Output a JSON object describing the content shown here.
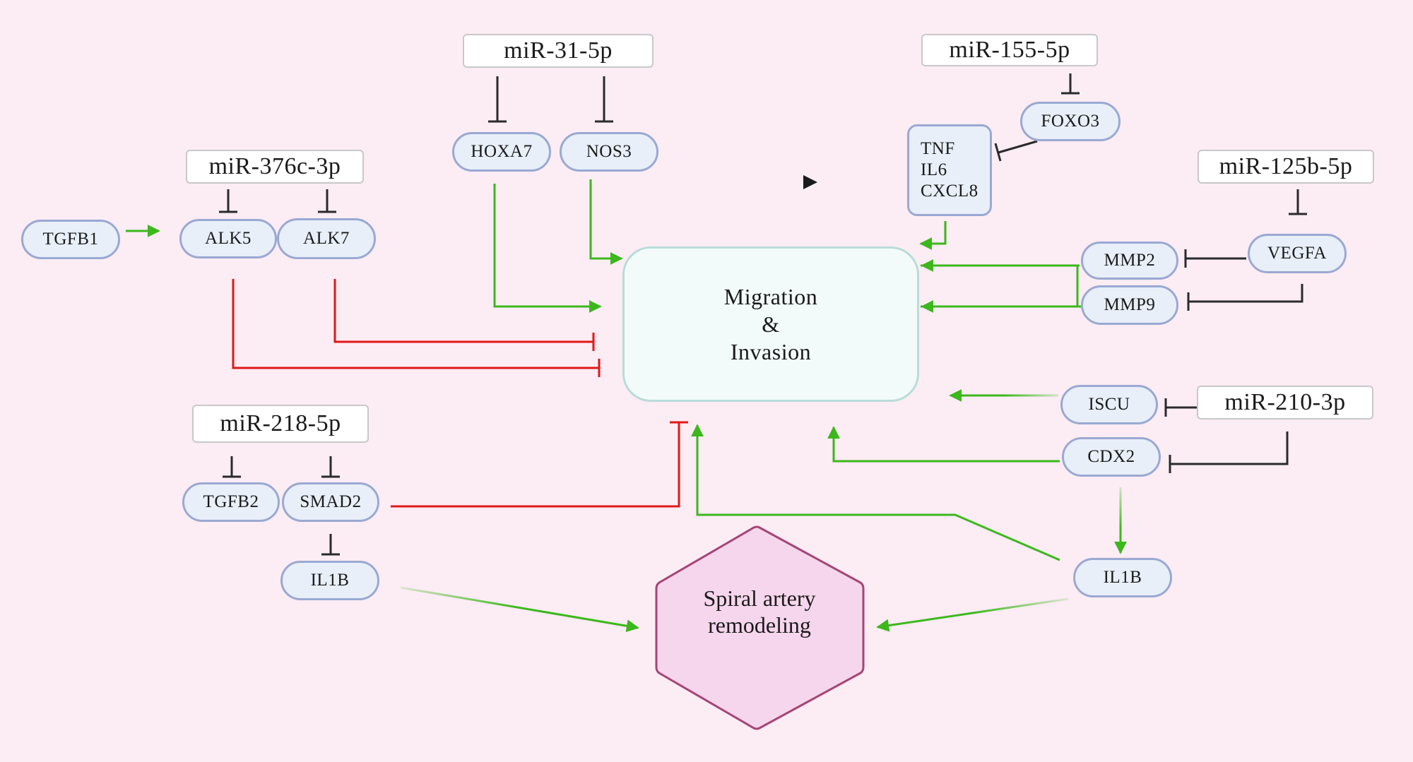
{
  "colors": {
    "background": "#fcecf4",
    "activation": "#3cb81c",
    "inhibition_red": "#e01818",
    "inhibition_black": "#2a2a2a",
    "gene_fill": "#e8eff9",
    "gene_border": "#9aa9d2",
    "hub_fill": "#f2fbf9",
    "hub_border": "#b9dcd9",
    "hexagon_fill": "#f6d6ec",
    "hexagon_border": "#a44576"
  },
  "mirnas": {
    "mir31": "miR-31-5p",
    "mir155": "miR-155-5p",
    "mir376c": "miR-376c-3p",
    "mir125b": "miR-125b-5p",
    "mir218": "miR-218-5p",
    "mir210": "miR-210-3p"
  },
  "genes": {
    "tgfb1": "TGFB1",
    "alk5": "ALK5",
    "alk7": "ALK7",
    "hoxa7": "HOXA7",
    "nos3": "NOS3",
    "foxo3": "FOXO3",
    "cytokines": [
      "TNF",
      "IL6",
      "CXCL8"
    ],
    "vegfa": "VEGFA",
    "mmp2": "MMP2",
    "mmp9": "MMP9",
    "iscu": "ISCU",
    "cdx2": "CDX2",
    "il1b_right": "IL1B",
    "tgfb2": "TGFB2",
    "smad2": "SMAD2",
    "il1b_left": "IL1B"
  },
  "outcomes": {
    "hub_lines": [
      "Migration",
      "&",
      "Invasion"
    ],
    "spiral_lines": [
      "Spiral artery",
      "remodeling"
    ]
  }
}
